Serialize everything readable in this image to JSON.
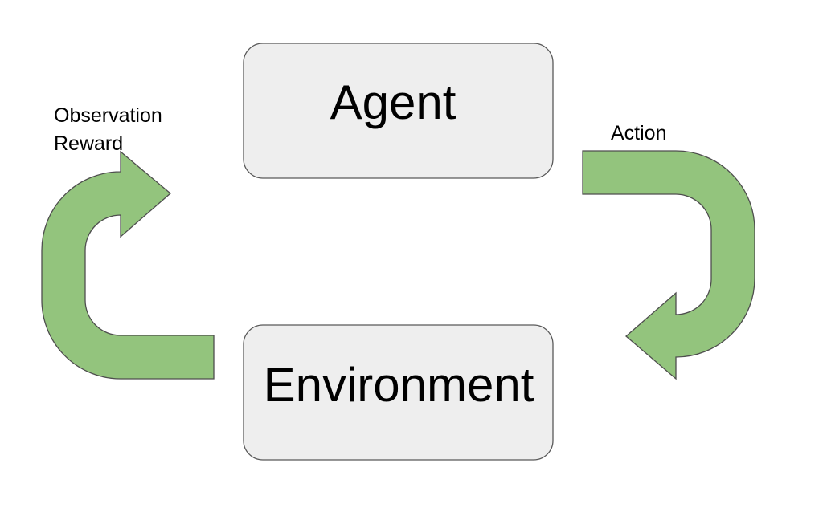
{
  "diagram": {
    "nodes": {
      "agent": {
        "label": "Agent"
      },
      "environment": {
        "label": "Environment"
      }
    },
    "edges": {
      "action": {
        "from": "agent",
        "to": "environment",
        "label": "Action"
      },
      "feedback": {
        "from": "environment",
        "to": "agent",
        "label_line1": "Observation",
        "label_line2": "Reward"
      }
    },
    "colors": {
      "box_fill": "#eeeeee",
      "box_stroke": "#595959",
      "arrow_fill": "#93c47d",
      "arrow_stroke": "#4e4e4e"
    }
  }
}
